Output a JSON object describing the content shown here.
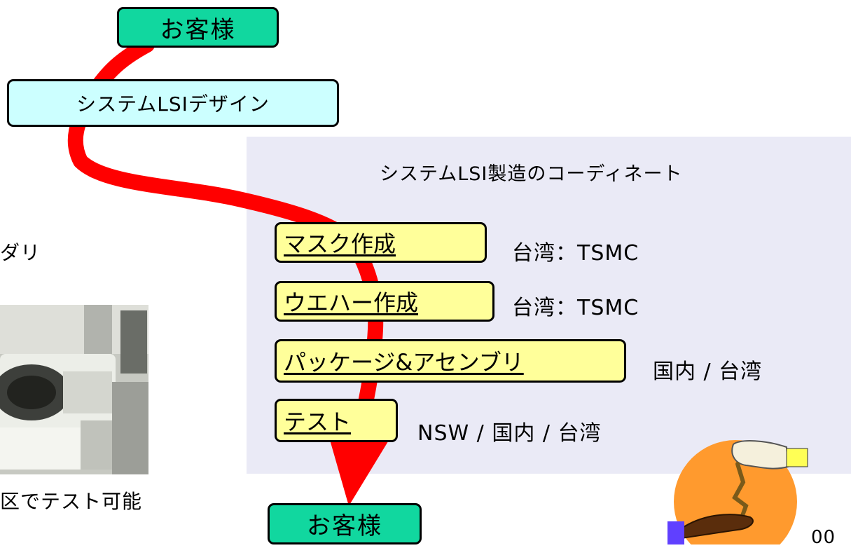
{
  "top_customer": "お客様",
  "design": "システムLSIデザイン",
  "coordination_title": "システムLSI製造のコーディネート",
  "steps": [
    {
      "name": "マスク作成",
      "partner": "台湾：TSMC"
    },
    {
      "name": "ウエハー作成",
      "partner": "台湾：TSMC"
    },
    {
      "name": "パッケージ&アセンブリ",
      "partner": "国内 / 台湾"
    },
    {
      "name": "テスト",
      "partner": "NSW / 国内 / 台湾"
    }
  ],
  "bottom_customer": "お客様",
  "left_fragment_top": "ダリ",
  "left_fragment_bottom": "区でテスト可能",
  "page_number_fragment": "00",
  "colors": {
    "customer": "#11d79f",
    "design": "#ccffff",
    "step": "#ffff9a",
    "flow": "#ff0000",
    "panel": "#eaeaf6"
  }
}
